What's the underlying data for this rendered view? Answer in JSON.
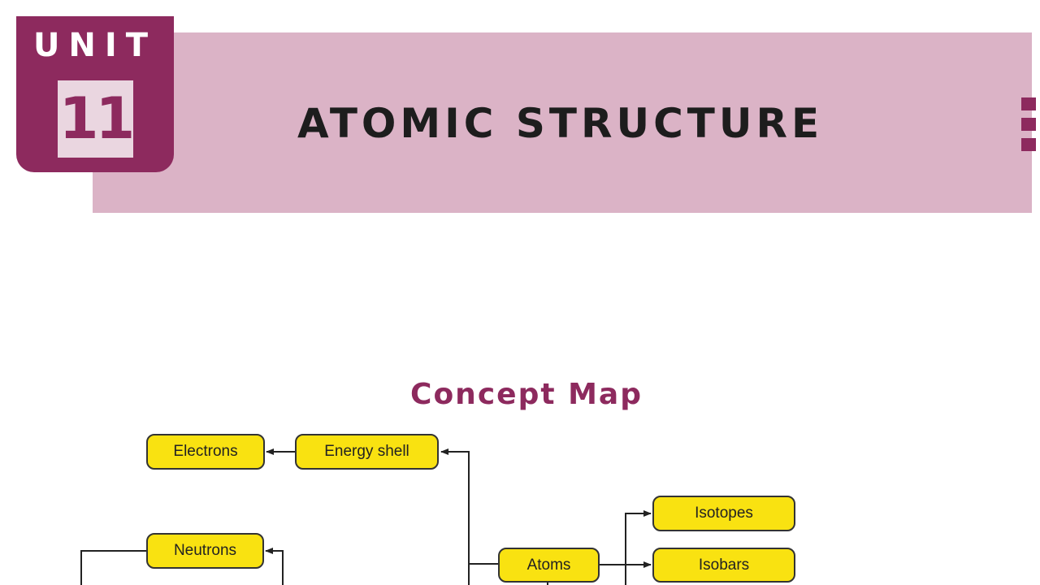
{
  "header": {
    "unit_label": "UNIT",
    "unit_number": "11",
    "title": "ATOMIC STRUCTURE"
  },
  "concept_map": {
    "title": "Concept Map",
    "nodes": {
      "electrons": "Electrons",
      "energy_shell": "Energy shell",
      "neutrons": "Neutrons",
      "atoms": "Atoms",
      "isotopes": "Isotopes",
      "isobars": "Isobars"
    }
  },
  "colors": {
    "brand": "#8d2a5e",
    "band": "#dbb3c6",
    "node_fill": "#f9e211"
  }
}
